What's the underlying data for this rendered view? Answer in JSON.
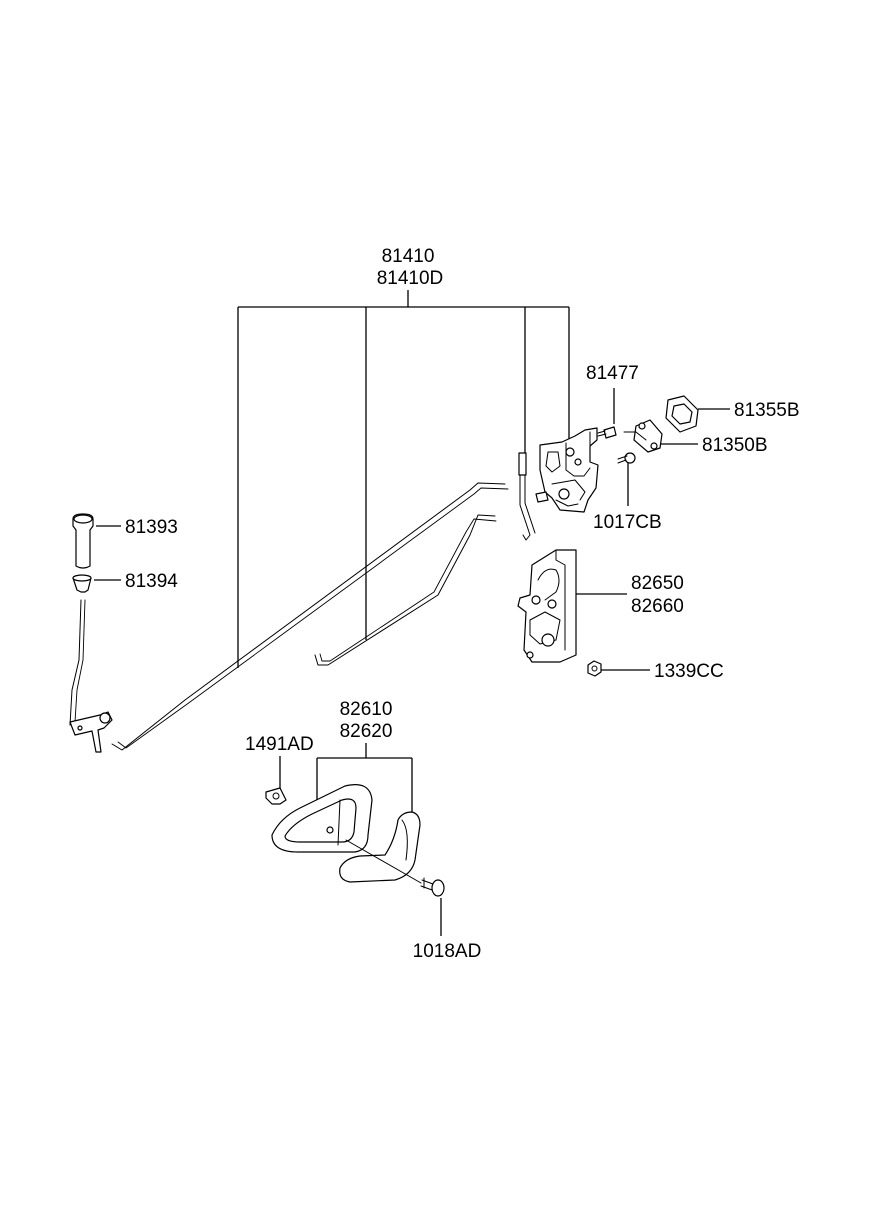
{
  "parts": [
    {
      "id": "p81410",
      "codes": [
        "81410",
        "81410D"
      ]
    },
    {
      "id": "p81477",
      "codes": [
        "81477"
      ]
    },
    {
      "id": "p81355B",
      "codes": [
        "81355B"
      ]
    },
    {
      "id": "p81350B",
      "codes": [
        "81350B"
      ]
    },
    {
      "id": "p1017CB",
      "codes": [
        "1017CB"
      ]
    },
    {
      "id": "p81393",
      "codes": [
        "81393"
      ]
    },
    {
      "id": "p81394",
      "codes": [
        "81394"
      ]
    },
    {
      "id": "p82650",
      "codes": [
        "82650",
        "82660"
      ]
    },
    {
      "id": "p1339CC",
      "codes": [
        "1339CC"
      ]
    },
    {
      "id": "p82610",
      "codes": [
        "82610",
        "82620"
      ]
    },
    {
      "id": "p1491AD",
      "codes": [
        "1491AD"
      ]
    },
    {
      "id": "p1018AD",
      "codes": [
        "1018AD"
      ]
    }
  ]
}
